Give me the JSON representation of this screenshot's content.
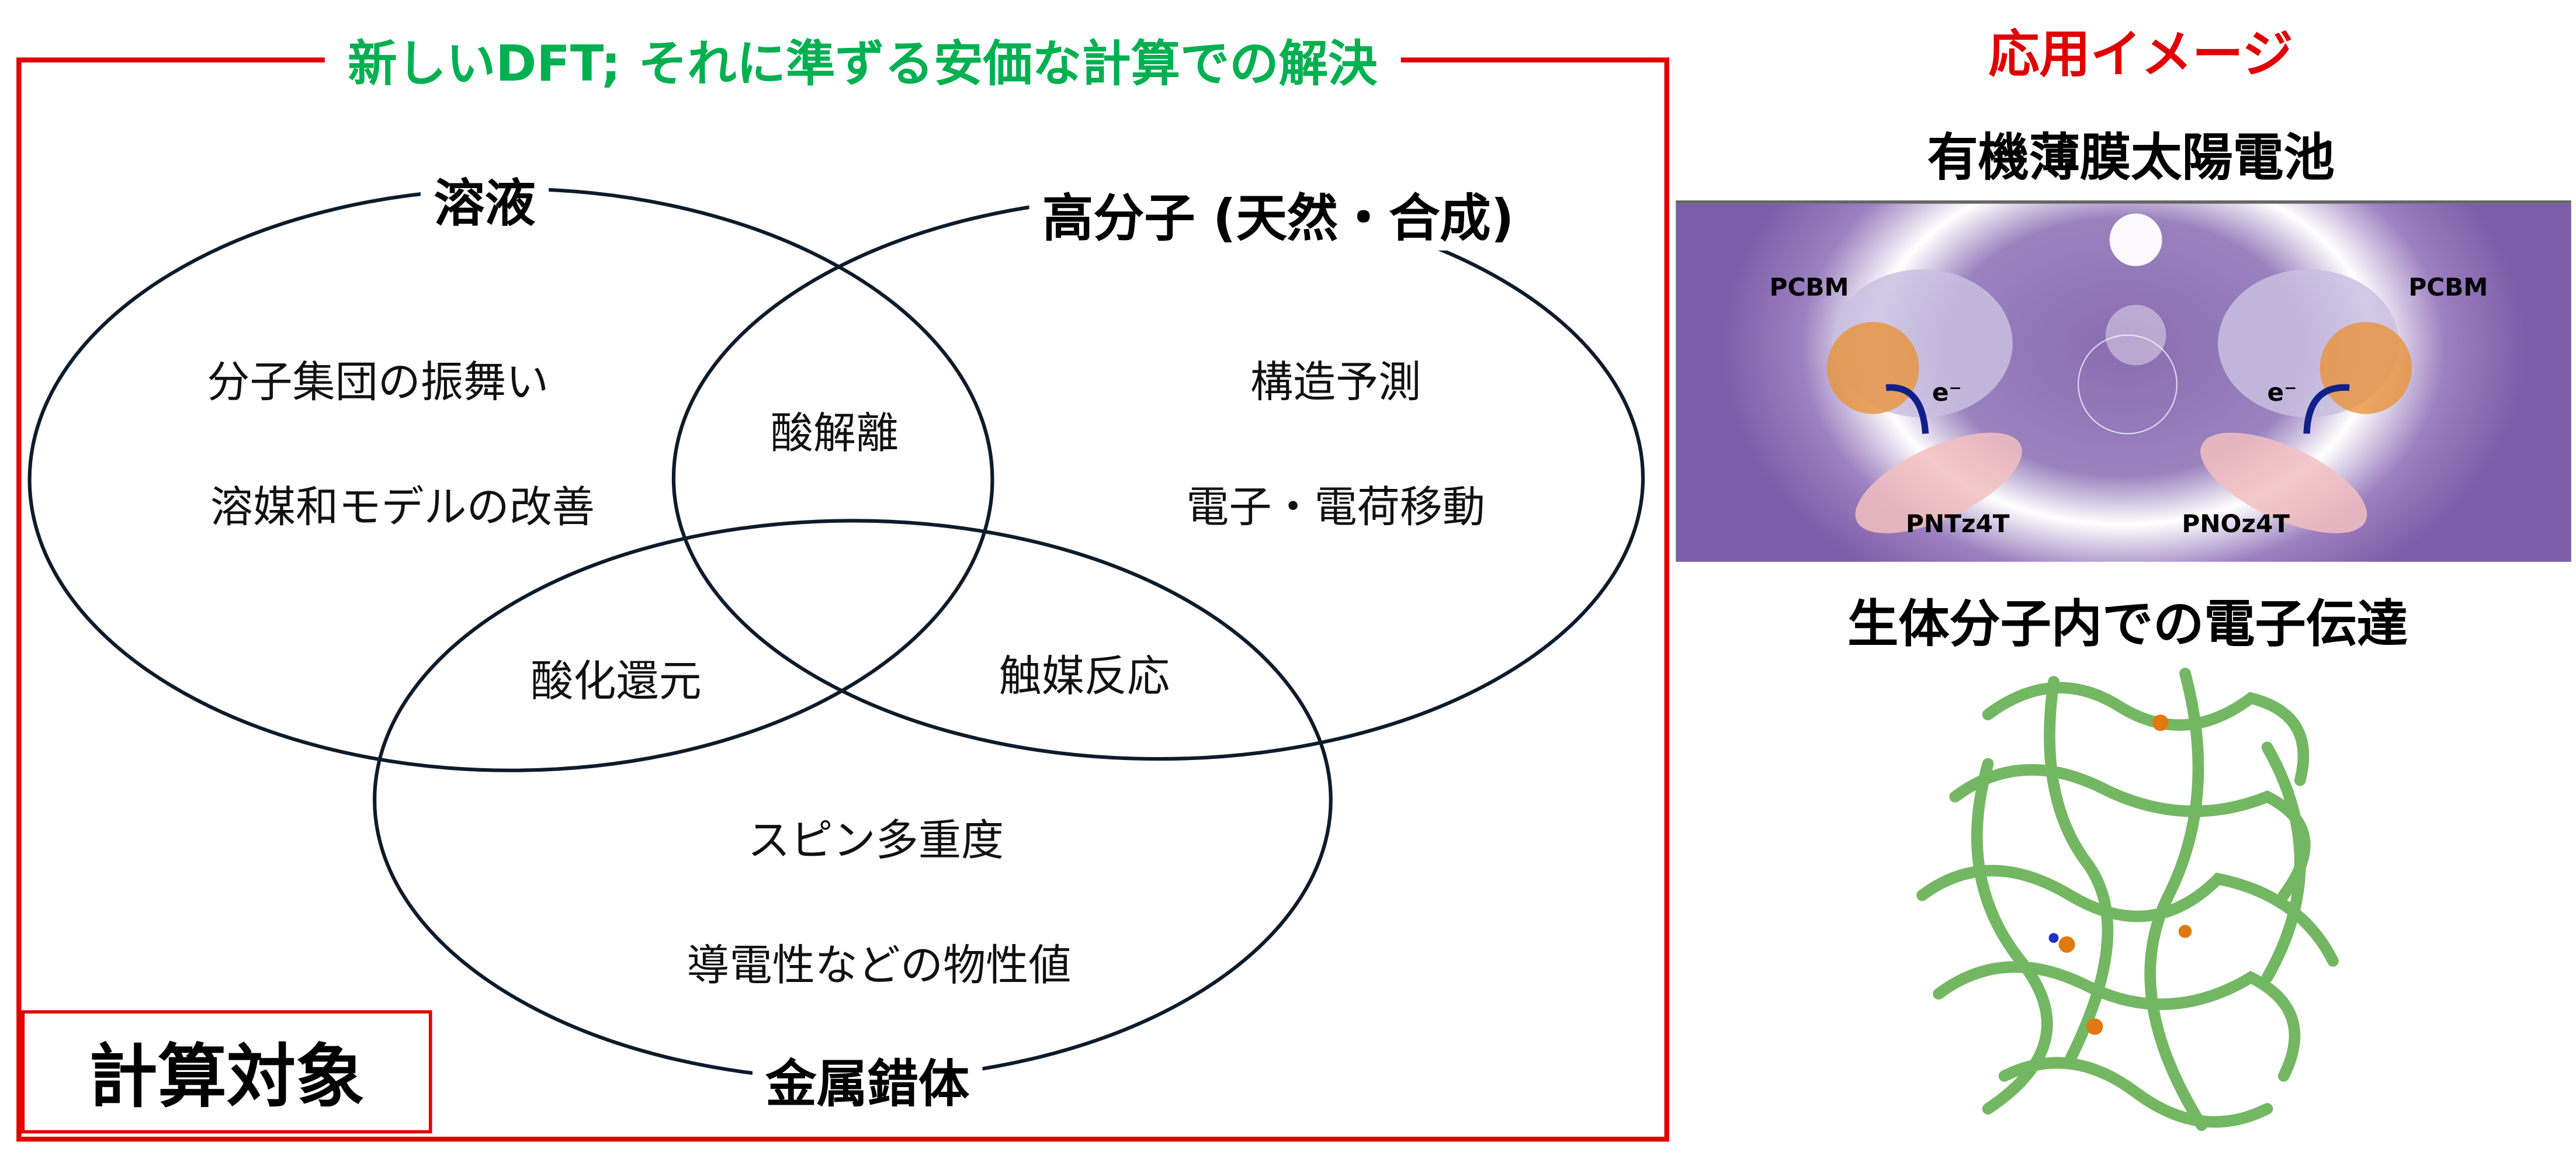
{
  "left_panel": {
    "title": "新しいDFT; それに準ずる安価な計算での解決",
    "target_label": "計算対象",
    "sets": {
      "solution": "溶液",
      "polymer": "高分子 (天然・合成)",
      "metal_complex": "金属錯体"
    },
    "items": {
      "solution_1": "分子集団の振舞い",
      "solution_2": "溶媒和モデルの改善",
      "solution_polymer": "酸解離",
      "polymer_1": "構造予測",
      "polymer_2": "電子・電荷移動",
      "solution_metal": "酸化還元",
      "polymer_metal": "触媒反応",
      "metal_1": "スピン多重度",
      "metal_2": "導電性などの物性値"
    }
  },
  "right_panel": {
    "heading": "応用イメージ",
    "example1_title": "有機薄膜太陽電池",
    "example1_labels": {
      "pcbm_left": "PCBM",
      "pcbm_right": "PCBM",
      "electron_left": "e⁻",
      "electron_right": "e⁻",
      "polymer_left": "PNTz4T",
      "polymer_right": "PNOz4T"
    },
    "example2_title": "生体分子内での電子伝達"
  },
  "colors": {
    "frame": "#e00000",
    "title": "#00b050",
    "heading": "#e00000",
    "protein": "#6cb45a"
  }
}
